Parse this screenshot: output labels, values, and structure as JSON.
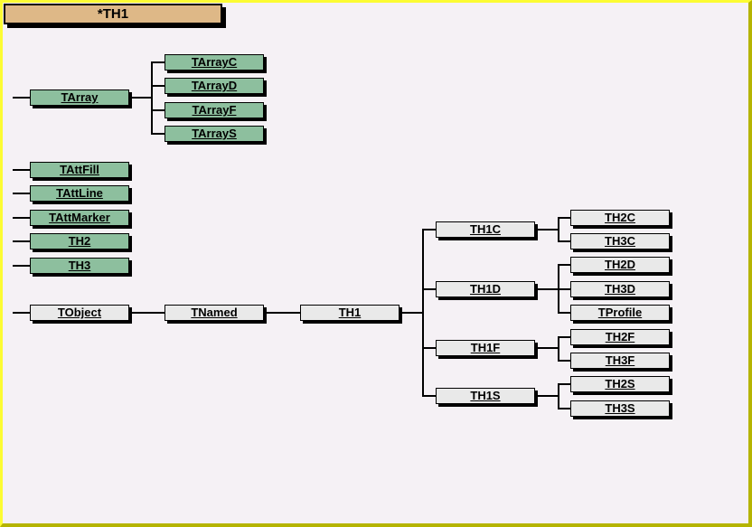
{
  "title": {
    "label": "*TH1"
  },
  "colors": {
    "canvas-bg": "#f5f1f5",
    "frame-light": "#fcfc33",
    "frame-dark": "#b5b400",
    "title-fill": "#deb887",
    "green-fill": "#8dbf9e",
    "gray-fill": "#e9e9e9",
    "line": "#000000"
  },
  "nodes": {
    "tarray": {
      "label": "TArray"
    },
    "tarrayc": {
      "label": "TArrayC"
    },
    "tarrayd": {
      "label": "TArrayD"
    },
    "tarrayf": {
      "label": "TArrayF"
    },
    "tarrays": {
      "label": "TArrayS"
    },
    "tattfill": {
      "label": "TAttFill"
    },
    "tattline": {
      "label": "TAttLine"
    },
    "tattmarker": {
      "label": "TAttMarker"
    },
    "th2": {
      "label": "TH2"
    },
    "th3": {
      "label": "TH3"
    },
    "tobject": {
      "label": "TObject"
    },
    "tnamed": {
      "label": "TNamed"
    },
    "th1": {
      "label": "TH1"
    },
    "th1c": {
      "label": "TH1C"
    },
    "th1d": {
      "label": "TH1D"
    },
    "th1f": {
      "label": "TH1F"
    },
    "th1s": {
      "label": "TH1S"
    },
    "th2c": {
      "label": "TH2C"
    },
    "th3c": {
      "label": "TH3C"
    },
    "th2d": {
      "label": "TH2D"
    },
    "th3d": {
      "label": "TH3D"
    },
    "tprofile": {
      "label": "TProfile"
    },
    "th2f": {
      "label": "TH2F"
    },
    "th3f": {
      "label": "TH3F"
    },
    "th2s": {
      "label": "TH2S"
    },
    "th3s": {
      "label": "TH3S"
    }
  },
  "hierarchy": {
    "TArray": [
      "TArrayC",
      "TArrayD",
      "TArrayF",
      "TArrayS"
    ],
    "TObject": [
      "TNamed"
    ],
    "TNamed": [
      "TH1"
    ],
    "TH1": [
      "TH1C",
      "TH1D",
      "TH1F",
      "TH1S"
    ],
    "TH1C": [
      "TH2C",
      "TH3C"
    ],
    "TH1D": [
      "TH2D",
      "TH3D",
      "TProfile"
    ],
    "TH1F": [
      "TH2F",
      "TH3F"
    ],
    "TH1S": [
      "TH2S",
      "TH3S"
    ]
  }
}
